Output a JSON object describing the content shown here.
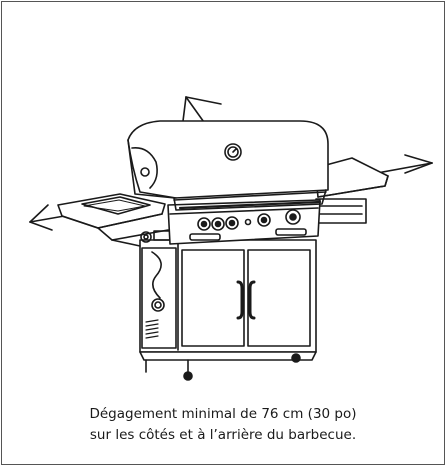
{
  "caption": {
    "line1": "Dégagement minimal de 76 cm (30 po)",
    "line2": "sur les côtés et à l’arrière du barbecue."
  },
  "colors": {
    "border": "#555555",
    "line": "#1a1a1a",
    "text": "#1a1a1a"
  },
  "icons": [
    "clearance-arrow-icon",
    "grill-illustration"
  ]
}
